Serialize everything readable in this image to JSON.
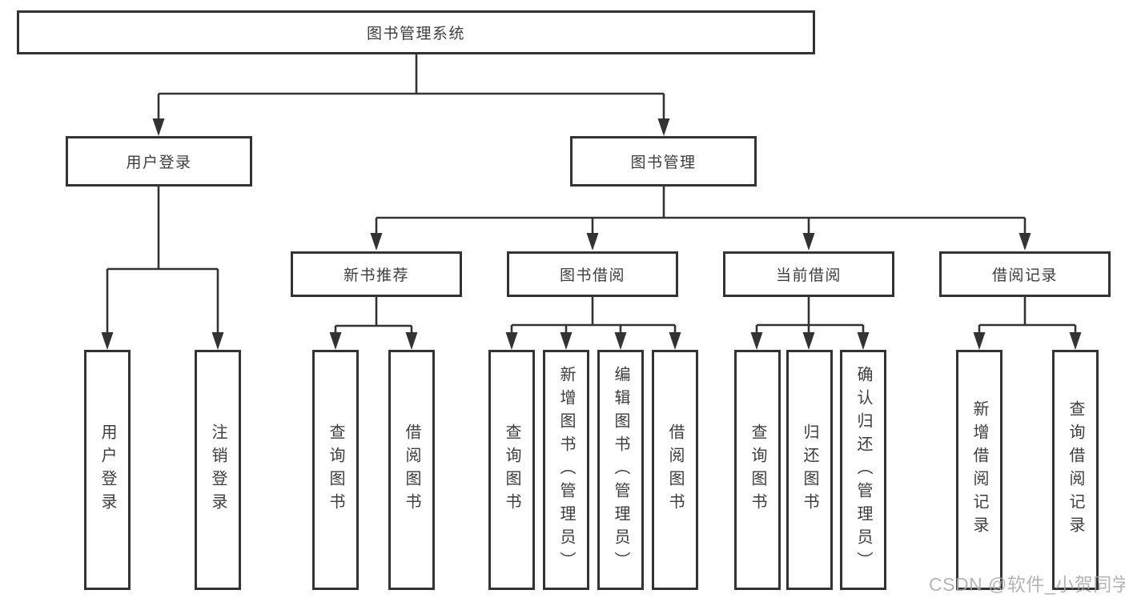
{
  "tree": {
    "label": "图书管理系统",
    "children": [
      {
        "label": "用户登录",
        "children": [
          {
            "label": "用户登录"
          },
          {
            "label": "注销登录"
          }
        ]
      },
      {
        "label": "图书管理",
        "children": [
          {
            "label": "新书推荐",
            "children": [
              {
                "label": "查询图书"
              },
              {
                "label": "借阅图书"
              }
            ]
          },
          {
            "label": "图书借阅",
            "children": [
              {
                "label": "查询图书"
              },
              {
                "label": "新增图书（管理员）"
              },
              {
                "label": "编辑图书（管理员）"
              },
              {
                "label": "借阅图书"
              }
            ]
          },
          {
            "label": "当前借阅",
            "children": [
              {
                "label": "查询图书"
              },
              {
                "label": "归还图书"
              },
              {
                "label": "确认归还（管理员）"
              }
            ]
          },
          {
            "label": "借阅记录",
            "children": [
              {
                "label": "新增借阅记录"
              },
              {
                "label": "查询借阅记录"
              }
            ]
          }
        ]
      }
    ]
  },
  "watermark": {
    "text": "CSDN @软件_小贺同学",
    "color": "#a8a8a8"
  },
  "colors": {
    "line": "#333333",
    "text": "#3d3d3d",
    "background": "#ffffff"
  }
}
